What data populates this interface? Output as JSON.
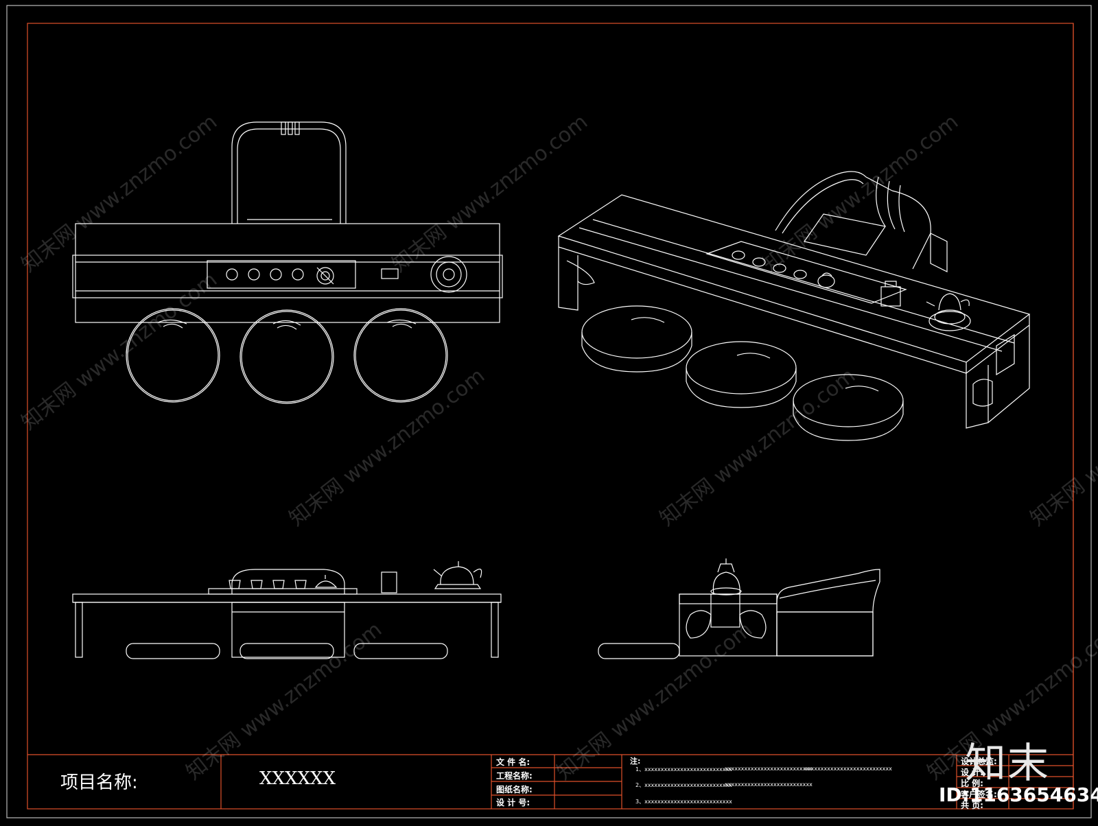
{
  "title_block": {
    "project_label": "项目名称:",
    "project_value": "XXXXXX",
    "fields": [
      "文 件 名:",
      "工程名称:",
      "图纸名称:",
      "设 计 号:"
    ],
    "notes_title": "注:",
    "notes": [
      "1、xxxxxxxxxxxxxxxxxxxxxxxxxxx",
      "xxxxxxxxxxxxxxxxxxxxxxxxxxx",
      "xxxxxxxxxxxxxxxxxxxxxxxxxxx",
      "2、xxxxxxxxxxxxxxxxxxxxxxxxxxx",
      "xxxxxxxxxxxxxxxxxxxxxxxxxxx",
      "3、xxxxxxxxxxxxxxxxxxxxxxxxxxx"
    ],
    "right_fields": [
      "设计总监:",
      "设    计:",
      "比    例:",
      "客户签名:",
      "共    页:"
    ]
  },
  "watermark": {
    "brand": "知末",
    "id": "ID:1163654634",
    "site": "知末网 www.znzmo.com"
  },
  "colors": {
    "background": "#000000",
    "line": "#ffffff",
    "border": "#e0502a"
  }
}
